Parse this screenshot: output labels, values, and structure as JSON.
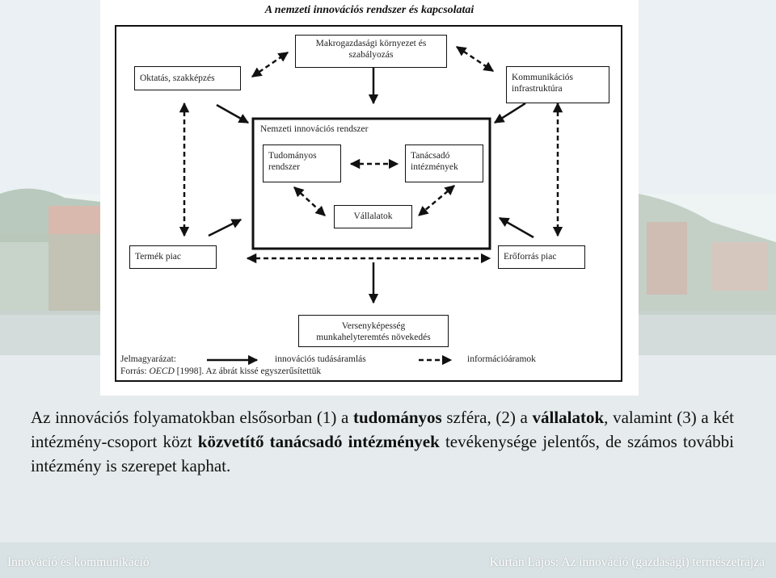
{
  "title": "A nemzeti innovációs rendszer és kapcsolatai",
  "boxes": {
    "macro": [
      "Makrogazdasági környezet és",
      "szabályozás"
    ],
    "education": "Oktatás, szakképzés",
    "communication": [
      "Kommunikációs",
      "infrastruktúra"
    ],
    "nis_label": "Nemzeti innovációs rendszer",
    "science": [
      "Tudományos",
      "rendszer"
    ],
    "advisory": [
      "Tanácsadó",
      "intézmények"
    ],
    "companies": "Vállalatok",
    "product_market": "Termék piac",
    "resource_market": "Erőforrás piac",
    "competitiveness": [
      "Versenyképesség",
      "munkahelyteremtés növekedés"
    ]
  },
  "legend": {
    "label": "Jelmagyarázat:",
    "solid": "innovációs tudásáramlás",
    "dashed": "információáramok",
    "source_prefix": "Forrás: ",
    "source_italic": "OECD",
    "source_rest": " [1998]. Az ábrát kissé egyszerűsítettük"
  },
  "paragraph": {
    "p1": "Az innovációs folyamatokban elsősorban (1) a ",
    "b1": "tudományos",
    "p2": " szféra, (2) a ",
    "b2": "vállalatok",
    "p3": ", valamint (3) a két intézmény-csoport közt ",
    "b3": "közvetítő tanácsadó intézmények",
    "p4": " tevékenysége jelentős, de számos további intézmény is szerepet kaphat."
  },
  "footer": {
    "left": "Innováció és kommunikáció",
    "right": "Kurtán Lajos: Az innováció (gazdasági) természetrajza"
  }
}
